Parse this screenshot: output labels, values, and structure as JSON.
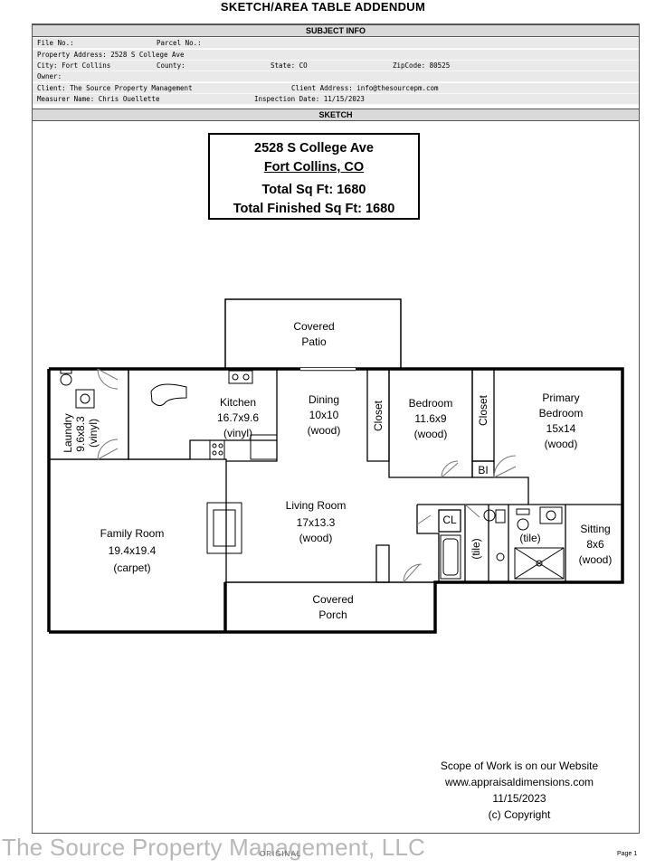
{
  "document": {
    "title": "SKETCH/AREA TABLE ADDENDUM",
    "page_label": "Page 1",
    "footer_text": "ORIGINAL",
    "watermark": "The Source Property Management, LLC"
  },
  "subject_info": {
    "heading": "SUBJECT INFO",
    "file_no": "File No.:",
    "parcel_no": "Parcel No.:",
    "property_address": "Property Address: 2528 S College Ave",
    "city": "City: Fort Collins",
    "county": "County:",
    "state": "State: CO",
    "zip": "ZipCode: 80525",
    "owner": "Owner:",
    "client": "Client: The Source Property Management",
    "client_address": "Client Address: info@thesourcepm.com",
    "measurer": "Measurer Name: Chris Ouellette",
    "inspection_date": "Inspection Date: 11/15/2023"
  },
  "sketch": {
    "heading": "SKETCH",
    "summary": {
      "address": "2528 S College Ave",
      "city": "Fort Collins, CO",
      "total_sqft": "Total Sq Ft: 1680",
      "total_finished_sqft": "Total Finished Sq Ft: 1680"
    },
    "rooms": {
      "patio": {
        "name": "Covered",
        "name2": "Patio"
      },
      "kitchen": {
        "name": "Kitchen",
        "dims": "16.7x9.6",
        "floor": "(vinyl)"
      },
      "dining": {
        "name": "Dining",
        "dims": "10x10",
        "floor": "(wood)"
      },
      "closet1": "Closet",
      "bedroom": {
        "name": "Bedroom",
        "dims": "11.6x9",
        "floor": "(wood)"
      },
      "closet2": "Closet",
      "primary": {
        "name": "Primary",
        "name2": "Bedroom",
        "dims": "15x14",
        "floor": "(wood)"
      },
      "laundry": {
        "name": "Laundry",
        "dims": "9.6x8.3",
        "floor": "(vinyl)"
      },
      "family": {
        "name": "Family Room",
        "dims": "19.4x19.4",
        "floor": "(carpet)"
      },
      "living": {
        "name": "Living Room",
        "dims": "17x13.3",
        "floor": "(wood)"
      },
      "bi": "BI",
      "cl": "CL",
      "tile1": "(tile)",
      "tile2": "(tile)",
      "sitting": {
        "name": "Sitting",
        "dims": "8x6",
        "floor": "(wood)"
      },
      "porch": {
        "name": "Covered",
        "name2": "Porch"
      }
    },
    "scope": {
      "line1": "Scope of Work is on our Website",
      "line2": "www.appraisaldimensions.com",
      "line3": "11/15/2023",
      "line4": "(c) Copyright"
    }
  }
}
